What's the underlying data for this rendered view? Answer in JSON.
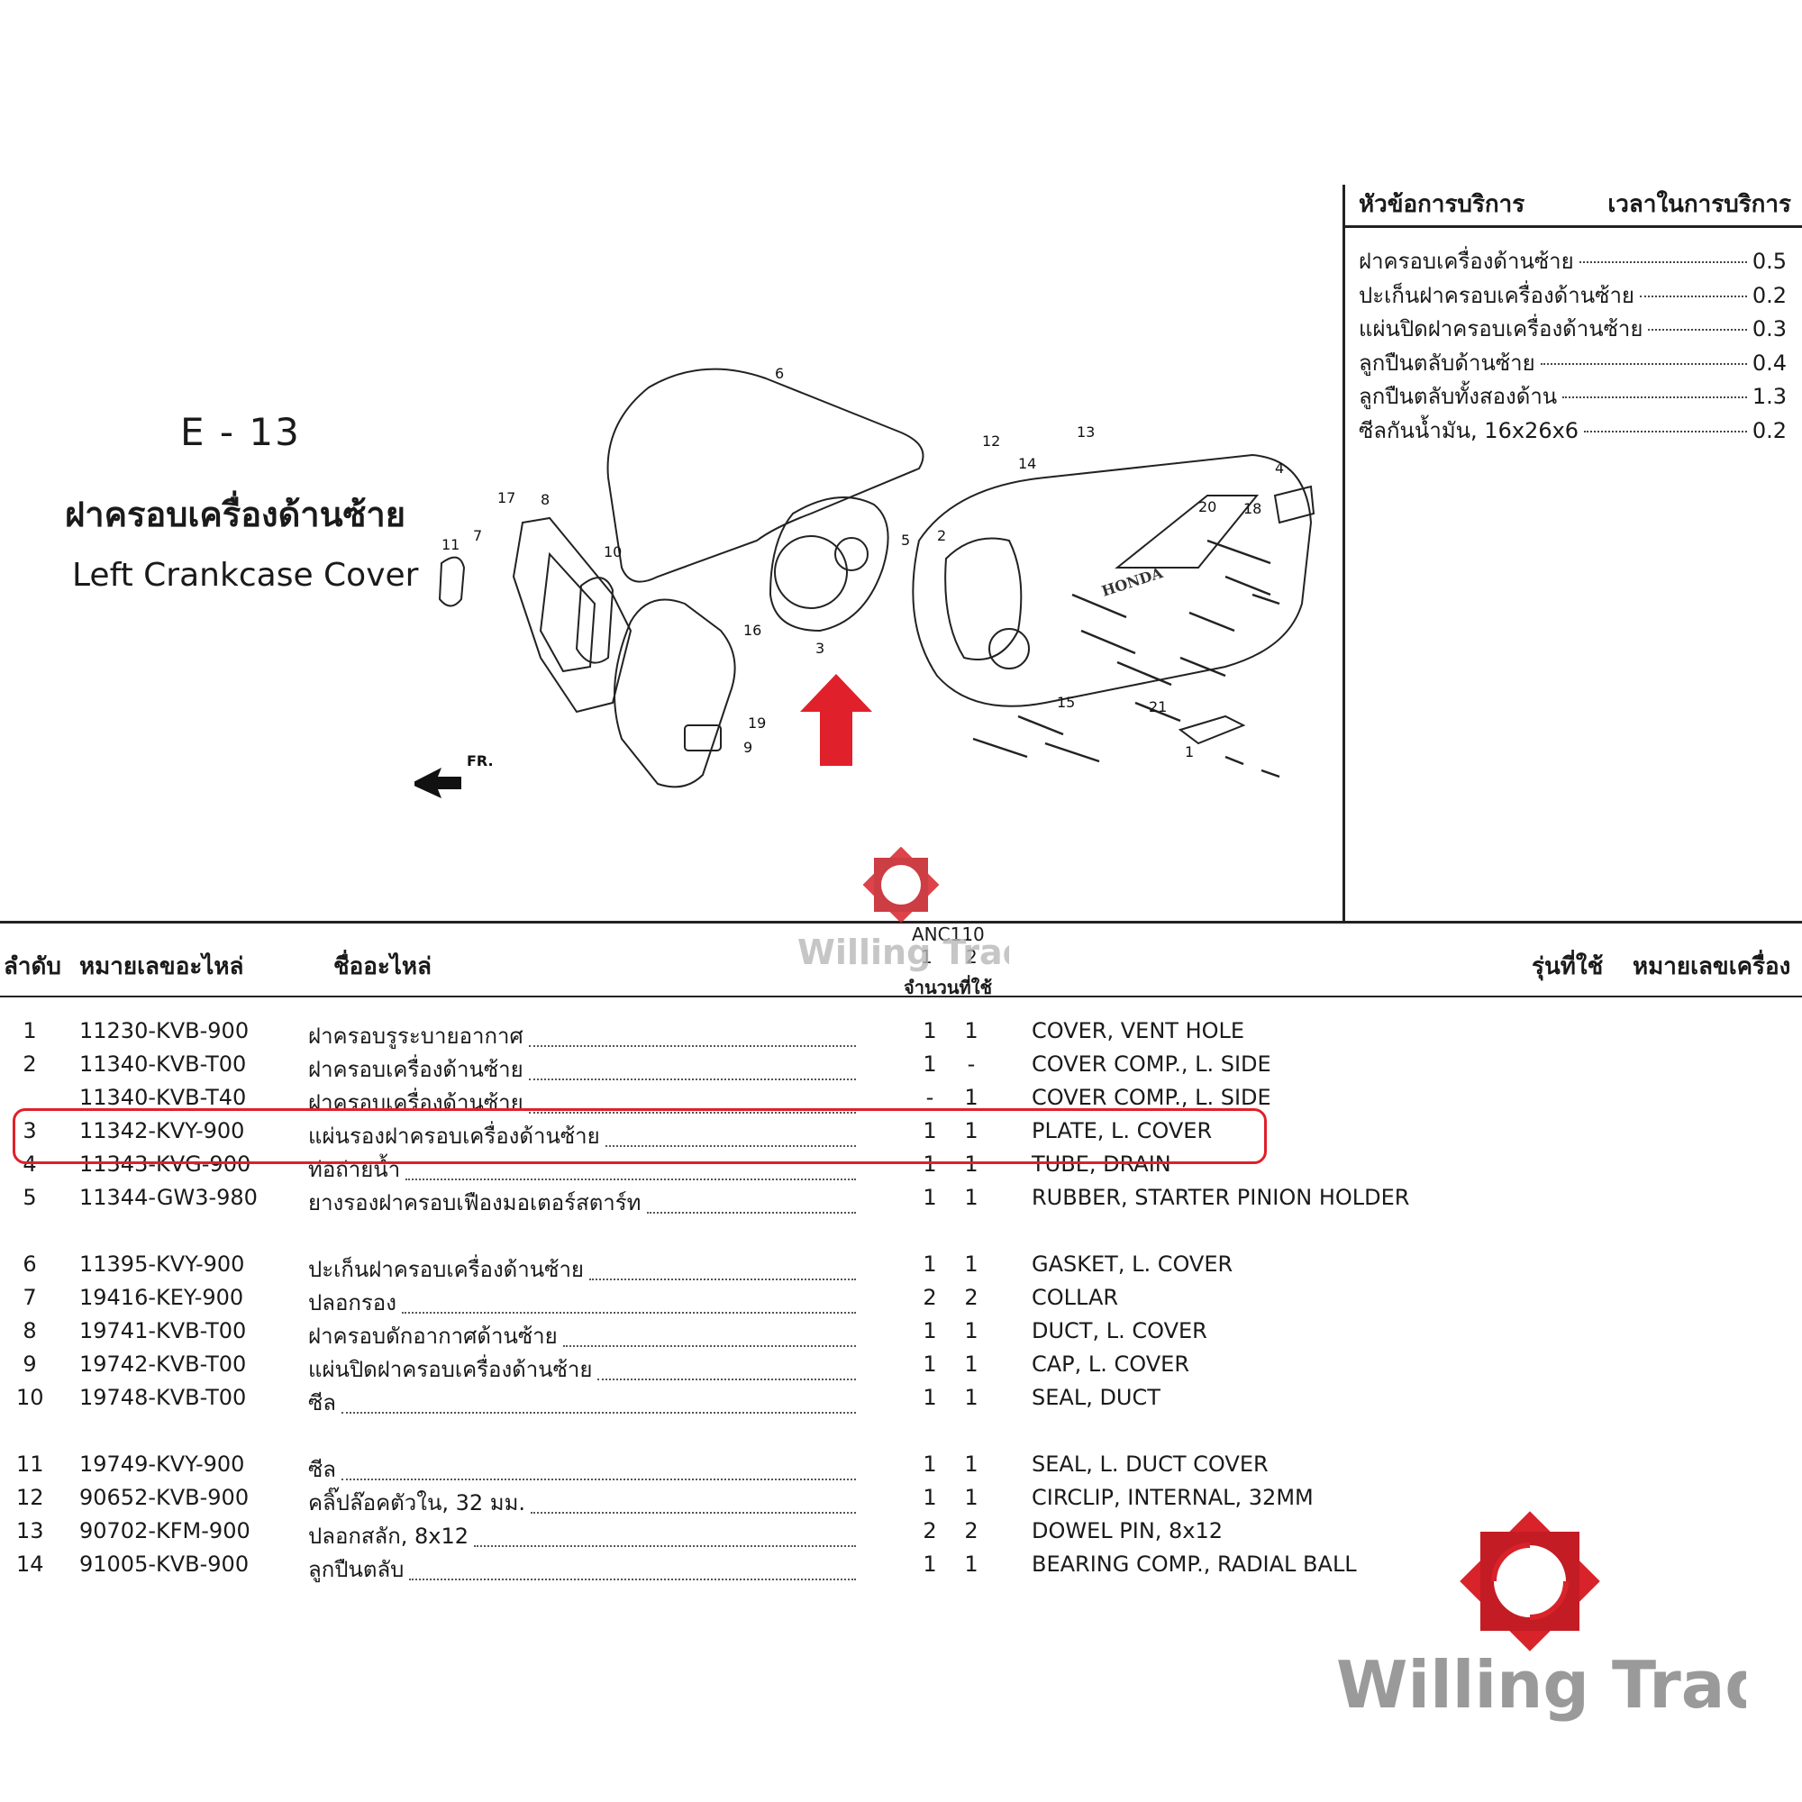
{
  "header": {
    "code": "E - 13",
    "title_th": "ฝาครอบเครื่องด้านซ้าย",
    "title_en": "Left Crankcase Cover"
  },
  "service": {
    "col_topic": "หัวข้อการบริการ",
    "col_time": "เวลาในการบริการ",
    "items": [
      {
        "label": "ฝาครอบเครื่องด้านซ้าย",
        "time": "0.5"
      },
      {
        "label": "ปะเก็นฝาครอบเครื่องด้านซ้าย",
        "time": "0.2"
      },
      {
        "label": "แผ่นปิดฝาครอบเครื่องด้านซ้าย",
        "time": "0.3"
      },
      {
        "label": "ลูกปืนตลับด้านซ้าย",
        "time": "0.4"
      },
      {
        "label": "ลูกปืนตลับทั้งสองด้าน",
        "time": "1.3"
      },
      {
        "label": "ซีลกันน้ำมัน, 16x26x6",
        "time": "0.2"
      }
    ]
  },
  "diagram": {
    "callouts": [
      "1",
      "2",
      "3",
      "4",
      "5",
      "6",
      "7",
      "8",
      "9",
      "10",
      "11",
      "12",
      "13",
      "14",
      "15",
      "16",
      "17",
      "18",
      "19",
      "20",
      "21"
    ],
    "fr_label": "FR.",
    "part_stamp": "HONDA"
  },
  "table": {
    "col_no": "ลำดับ",
    "col_part": "หมายเลขอะไหล่",
    "col_name": "ชื่ออะไหล่",
    "model": "ANC110",
    "variant_1": "1",
    "variant_2": "2",
    "col_qty": "จำนวนที่ใช้",
    "col_model": "รุ่นที่ใช้",
    "col_engine": "หมายเลขเครื่อง",
    "rows": [
      {
        "no": "1",
        "part": "11230-KVB-900",
        "th": "ฝาครอบรูระบายอากาศ",
        "q1": "1",
        "q2": "1",
        "en": "COVER, VENT HOLE"
      },
      {
        "no": "2",
        "part": "11340-KVB-T00",
        "th": "ฝาครอบเครื่องด้านซ้าย",
        "q1": "1",
        "q2": "-",
        "en": "COVER COMP., L. SIDE"
      },
      {
        "no": "",
        "part": "11340-KVB-T40",
        "th": "ฝาครอบเครื่องด้านซ้าย",
        "q1": "-",
        "q2": "1",
        "en": "COVER COMP., L. SIDE"
      },
      {
        "no": "3",
        "part": "11342-KVY-900",
        "th": "แผ่นรองฝาครอบเครื่องด้านซ้าย",
        "q1": "1",
        "q2": "1",
        "en": "PLATE, L. COVER"
      },
      {
        "no": "4",
        "part": "11343-KVG-900",
        "th": "ท่อถ่ายน้ำ",
        "q1": "1",
        "q2": "1",
        "en": "TUBE, DRAIN"
      },
      {
        "no": "5",
        "part": "11344-GW3-980",
        "th": "ยางรองฝาครอบเฟืองมอเตอร์สตาร์ท",
        "q1": "1",
        "q2": "1",
        "en": "RUBBER, STARTER PINION HOLDER"
      },
      {
        "no": "6",
        "part": "11395-KVY-900",
        "th": "ปะเก็นฝาครอบเครื่องด้านซ้าย",
        "q1": "1",
        "q2": "1",
        "en": "GASKET, L. COVER"
      },
      {
        "no": "7",
        "part": "19416-KEY-900",
        "th": "ปลอกรอง",
        "q1": "2",
        "q2": "2",
        "en": "COLLAR"
      },
      {
        "no": "8",
        "part": "19741-KVB-T00",
        "th": "ฝาครอบดักอากาศด้านซ้าย",
        "q1": "1",
        "q2": "1",
        "en": "DUCT, L. COVER"
      },
      {
        "no": "9",
        "part": "19742-KVB-T00",
        "th": "แผ่นปิดฝาครอบเครื่องด้านซ้าย",
        "q1": "1",
        "q2": "1",
        "en": "CAP, L. COVER"
      },
      {
        "no": "10",
        "part": "19748-KVB-T00",
        "th": "ซีล",
        "q1": "1",
        "q2": "1",
        "en": "SEAL, DUCT"
      },
      {
        "no": "11",
        "part": "19749-KVY-900",
        "th": "ซีล",
        "q1": "1",
        "q2": "1",
        "en": "SEAL, L. DUCT COVER"
      },
      {
        "no": "12",
        "part": "90652-KVB-900",
        "th": "คลิ๊ปล๊อคตัวใน, 32 มม.",
        "q1": "1",
        "q2": "1",
        "en": "CIRCLIP, INTERNAL, 32MM"
      },
      {
        "no": "13",
        "part": "90702-KFM-900",
        "th": "ปลอกสลัก, 8x12",
        "q1": "2",
        "q2": "2",
        "en": "DOWEL PIN, 8x12"
      },
      {
        "no": "14",
        "part": "91005-KVB-900",
        "th": "ลูกปืนตลับ",
        "q1": "1",
        "q2": "1",
        "en": "BEARING COMP., RADIAL BALL"
      }
    ]
  },
  "watermark": {
    "brand": "Willing Trade",
    "accent": "#d8232a",
    "text_color": "#9a9a9a"
  },
  "highlight_color": "#e0202a"
}
